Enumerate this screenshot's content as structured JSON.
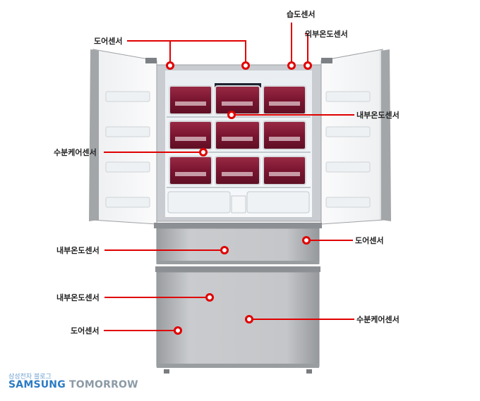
{
  "labels": {
    "door_sensor_top": "도어센서",
    "humidity_sensor": "습도센서",
    "outside_temp_sensor": "외부온도센서",
    "inside_temp_sensor_right": "내부온도센서",
    "moisture_care_sensor_left": "수분케어센서",
    "inside_temp_sensor_drawer1": "내부온도센서",
    "door_sensor_drawer1": "도어센서",
    "inside_temp_sensor_drawer2": "내부온도센서",
    "moisture_care_sensor_right": "수분케어센서",
    "door_sensor_drawer2": "도어센서"
  },
  "brand": {
    "small": "삼성전자 블로그",
    "part1": "SAMSUNG",
    "part2": "TOMORROW"
  },
  "colors": {
    "callout": "#e00000",
    "container": "#7a1530",
    "steel": "#b9bcbf"
  }
}
